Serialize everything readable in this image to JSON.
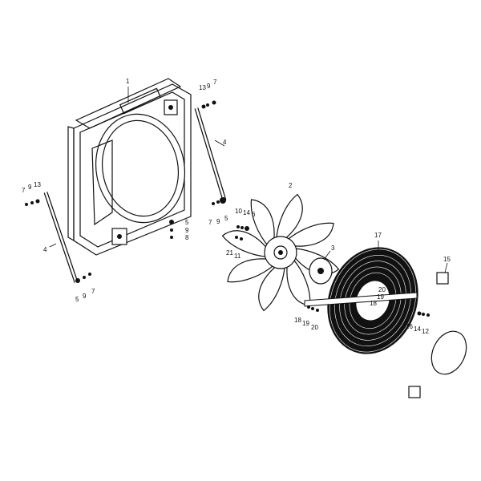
{
  "diagram": {
    "title": "Radiator fan assembly exploded view",
    "callouts": [
      "1",
      "13",
      "9",
      "7",
      "4",
      "7",
      "9",
      "13",
      "2",
      "7",
      "9",
      "5",
      "5",
      "9",
      "8",
      "10",
      "14",
      "6",
      "21",
      "11",
      "3",
      "17",
      "15",
      "4",
      "5",
      "9",
      "7",
      "20",
      "19",
      "18",
      "18",
      "19",
      "20",
      "16",
      "14",
      "12"
    ]
  }
}
